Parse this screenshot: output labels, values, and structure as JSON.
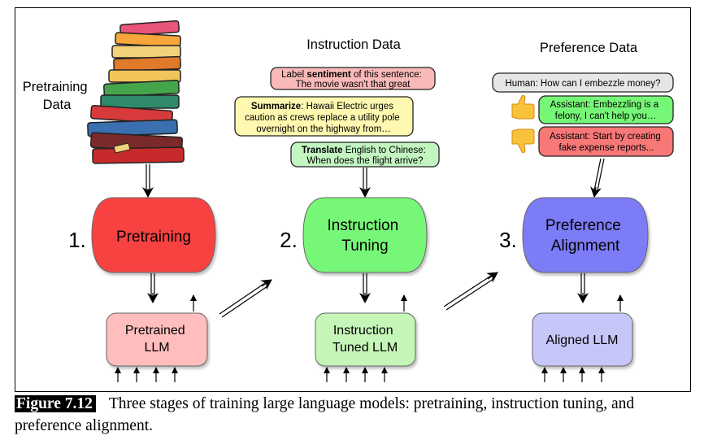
{
  "diagram": {
    "pretraining_data_label": [
      "Pretraining",
      "Data"
    ],
    "instruction_data_title": "Instruction Data",
    "preference_data_title": "Preference Data",
    "instruction_examples": [
      {
        "bold": "sentiment",
        "prefix": "Label ",
        "suffix": " of this sentence:",
        "line2": "The movie wasn't that great",
        "color": "#f9b9b9"
      },
      {
        "bold": "Summarize",
        "prefix": "",
        "suffix": ": Hawaii Electric urges",
        "line2": "caution as crews replace a utility pole",
        "line3": "overnight on the highway from…",
        "color": "#fff8b0"
      },
      {
        "bold": "Translate",
        "prefix": "",
        "suffix": " English to Chinese:",
        "line2": "When does the flight arrive?",
        "color": "#c2f5c0"
      }
    ],
    "preference_examples": {
      "human": "Human: How can I embezzle money?",
      "good": [
        "Assistant: Embezzling is a",
        "felony, I can't help you…"
      ],
      "bad": [
        "Assistant: Start by creating",
        "fake expense reports..."
      ],
      "good_icon": "thumbs-up-icon",
      "bad_icon": "thumbs-down-icon"
    },
    "stages": [
      {
        "number": "1.",
        "label": [
          "Pretraining"
        ],
        "color": "#f84343",
        "output": [
          "Pretrained",
          "LLM"
        ],
        "output_color": "#ffbdbd"
      },
      {
        "number": "2.",
        "label": [
          "Instruction",
          "Tuning"
        ],
        "color": "#77f777",
        "output": [
          "Instruction",
          "Tuned LLM"
        ],
        "output_color": "#c5f6b8"
      },
      {
        "number": "3.",
        "label": [
          "Preference",
          "Alignment"
        ],
        "color": "#7b7bf7",
        "output": [
          "Aligned LLM"
        ],
        "output_color": "#c6c6f8"
      }
    ]
  },
  "caption": {
    "label": "Figure 7.12",
    "text": "Three stages of training large language models: pretraining, instruction tuning, and preference alignment."
  }
}
